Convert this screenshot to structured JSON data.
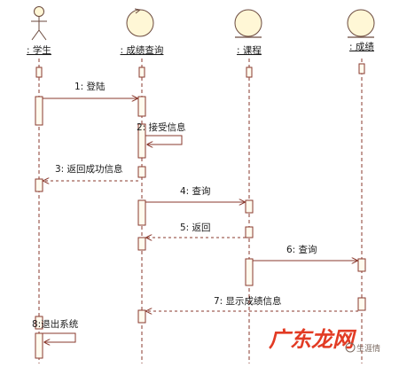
{
  "diagram": {
    "lifelines": [
      {
        "id": "student",
        "label": ": 学生",
        "kind": "actor"
      },
      {
        "id": "query",
        "label": ": 成绩查询",
        "kind": "control"
      },
      {
        "id": "course",
        "label": ": 课程",
        "kind": "entity"
      },
      {
        "id": "grade",
        "label": ": 成绩",
        "kind": "entity"
      }
    ],
    "messages": [
      {
        "id": "m1",
        "label": "1: 登陆",
        "from": "student",
        "to": "query",
        "style": "solid"
      },
      {
        "id": "m2",
        "label": "2: 接受信息",
        "from": "query",
        "to": "query",
        "style": "self"
      },
      {
        "id": "m3",
        "label": "3: 返回成功信息",
        "from": "query",
        "to": "student",
        "style": "dashed"
      },
      {
        "id": "m4",
        "label": "4: 查询",
        "from": "query",
        "to": "course",
        "style": "solid"
      },
      {
        "id": "m5",
        "label": "5: 返回",
        "from": "course",
        "to": "query",
        "style": "dashed"
      },
      {
        "id": "m6",
        "label": "6: 查询",
        "from": "course",
        "to": "grade",
        "style": "solid"
      },
      {
        "id": "m7",
        "label": "7: 显示成绩信息",
        "from": "grade",
        "to": "query",
        "style": "dashed"
      },
      {
        "id": "m8",
        "label": "8:退出系统",
        "from": "student",
        "to": "student",
        "style": "self"
      }
    ]
  },
  "watermark": {
    "logo_text": "广东龙网",
    "small_text": "生涯情",
    "color": "#e23b24"
  },
  "colors": {
    "lifeline": "#8a3a2e",
    "object_fill": "#fff7d6",
    "activation_fill": "#fffbee"
  }
}
